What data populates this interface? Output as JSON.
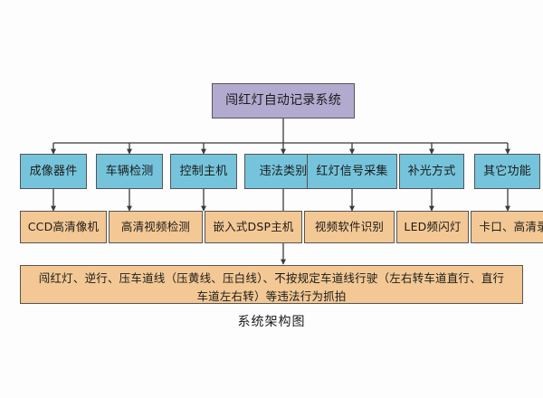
{
  "diagram": {
    "caption": "系统架构图",
    "root": {
      "label": "闯红灯自动记录系统",
      "color": "#b3aacf"
    },
    "level1_color": "#76c4db",
    "level2_color": "#f3c894",
    "border_color": "#555555",
    "background": "#fdfdfd",
    "columns": [
      {
        "level1": "成像器件",
        "level2": "CCD高清像机"
      },
      {
        "level1": "车辆检测",
        "level2": "高清视频检测"
      },
      {
        "level1": "控制主机",
        "level2": "嵌入式DSP主机"
      },
      {
        "level1": "违法类别",
        "level2": ""
      },
      {
        "level1": "红灯信号采集",
        "level2": "视频软件识别"
      },
      {
        "level1": "补光方式",
        "level2": "LED频闪灯"
      },
      {
        "level1": "其它功能",
        "level2": "卡口、高清录像"
      }
    ],
    "summary": {
      "line1": "闯红灯、逆行、压车道线（压黄线、压白线）、不按规定车道线行驶（左右转车道直行、直行",
      "line2": "车道左右转）等违法行为抓拍"
    }
  }
}
